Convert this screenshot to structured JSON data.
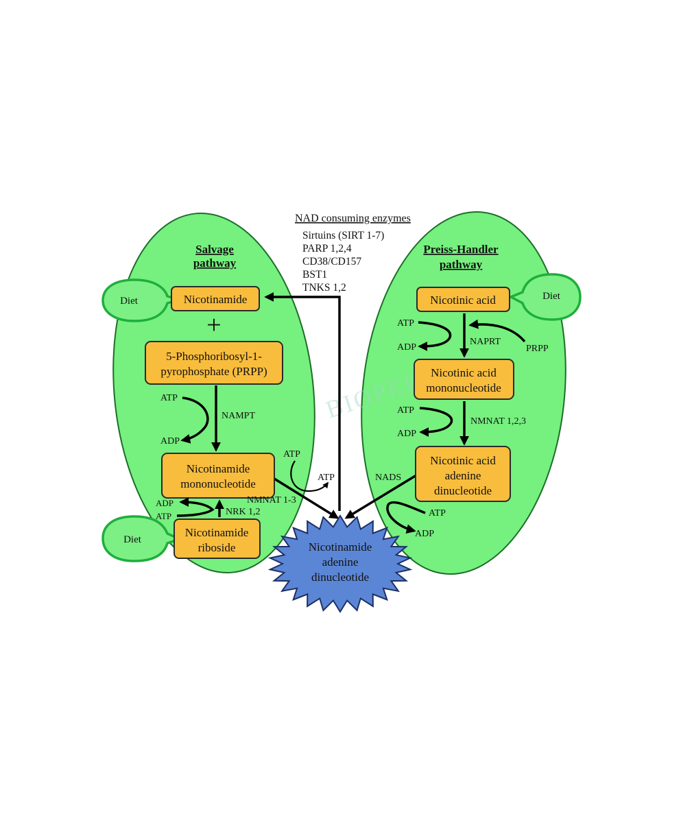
{
  "enzymes": {
    "heading": "NAD consuming enzymes",
    "items": [
      "Sirtuins (SIRT 1-7)",
      "PARP 1,2,4",
      "CD38/CD157",
      "BST1",
      "TNKS 1,2"
    ]
  },
  "salvage": {
    "title_line1": "Salvage",
    "title_line2": "pathway",
    "nicotinamide": "Nicotinamide",
    "plus": "+",
    "prpp_line1": "5-Phosphoribosyl-1-",
    "prpp_line2": "pyrophosphate (PRPP)",
    "atp": "ATP",
    "adp": "ADP",
    "nampt": "NAMPT",
    "nmn_line1": "Nicotinamide",
    "nmn_line2": "mononucleotide",
    "atp_side": "ATP",
    "atp_side2": "ATP",
    "nmnat": "NMNAT 1-3",
    "nrk_adp": "ADP",
    "nrk_atp": "ATP",
    "nrk": "NRK 1,2",
    "nr_line1": "Nicotinamide",
    "nr_line2": "riboside"
  },
  "preiss": {
    "title_line1": "Preiss-Handler",
    "title_line2": "pathway",
    "nicotinic_acid": "Nicotinic acid",
    "atp": "ATP",
    "adp": "ADP",
    "naprt": "NAPRT",
    "prpp": "PRPP",
    "namn_line1": "Nicotinic acid",
    "namn_line2": "mononucleotide",
    "atp2": "ATP",
    "adp2": "ADP",
    "nmnat": "NMNAT 1,2,3",
    "naad_line1": "Nicotinic acid",
    "naad_line2": "adenine",
    "naad_line3": "dinucleotide",
    "nads": "NADS",
    "atp3": "ATP",
    "adp3": "ADP"
  },
  "diet": {
    "top_left": "Diet",
    "bottom_left": "Diet",
    "top_right": "Diet"
  },
  "nad": {
    "line1": "Nicotinamide",
    "line2": "adenine",
    "line3": "dinucleotide"
  },
  "watermark": "BIOPEPTIDE",
  "colors": {
    "oval_green": "#76f07e",
    "box_orange": "#f9bd3d",
    "star_blue": "#5b86d6",
    "diet_border": "#1fae3d"
  }
}
